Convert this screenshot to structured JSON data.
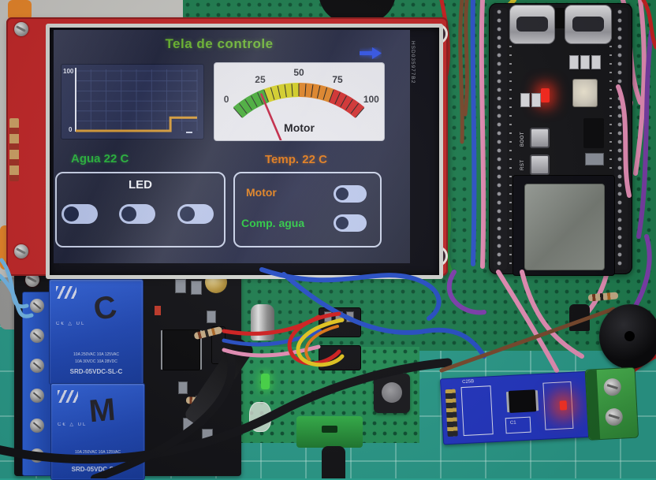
{
  "screen": {
    "title": "Tela de controle",
    "bezel_code": "HSD035977B2",
    "water_label": "Agua 22 C",
    "temp_label": "Temp. 22 C",
    "colors": {
      "title": "#68b52c",
      "arrow": "#2d50e8",
      "water": "#27b33c",
      "temp": "#e07818"
    },
    "chart_data": {
      "type": "line",
      "ylim": [
        0,
        100
      ],
      "ytick_labels": [
        "100",
        "0"
      ],
      "points_x_percent": [
        0,
        78,
        78,
        100
      ],
      "points_y": [
        0,
        0,
        22,
        22
      ],
      "line_color": "#d89b35",
      "grid": true,
      "bg_color": "#272e52"
    },
    "gauge_data": {
      "type": "gauge",
      "label": "Motor",
      "min": 0,
      "max": 100,
      "value": 22,
      "tick_labels": [
        "0",
        "25",
        "50",
        "75",
        "100"
      ],
      "segment_colors": [
        "#3aa82b",
        "#d4cf1f",
        "#e08427",
        "#d32b2b"
      ],
      "needle_color": "#c22040",
      "bg_color": "#e9e9ef"
    },
    "led_panel": {
      "title": "LED",
      "switches": [
        {
          "name": "led-1",
          "state": "off"
        },
        {
          "name": "led-2",
          "state": "off"
        },
        {
          "name": "led-3",
          "state": "off"
        }
      ]
    },
    "control_panel": {
      "rows": [
        {
          "label": "Motor",
          "label_color": "#e0801e",
          "state": "off"
        },
        {
          "label": "Comp. agua",
          "label_color": "#28c840",
          "state": "off"
        }
      ]
    }
  },
  "esp32_board": {
    "boot_button": "BOOT",
    "reset_button": "RST"
  },
  "relay_module": {
    "relay_markings": [
      "C",
      "M"
    ],
    "spec_line1": "10A 250VAC 10A 125VAC",
    "spec_line2": "10A 30VDC 10A 28VDC",
    "model": "SRD-05VDC-SL-C",
    "cert_marks": "C€ △ UL"
  },
  "rs485_module": {
    "silk_top": "C25B",
    "silk_c1": "C1"
  }
}
